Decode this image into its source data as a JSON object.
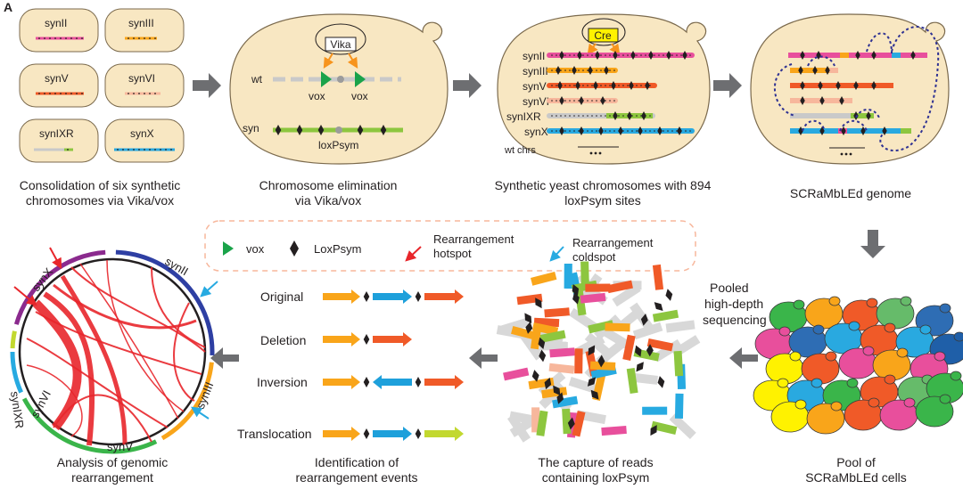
{
  "panel_label": "A",
  "step1": {
    "cells": [
      "synII",
      "synIII",
      "synV",
      "synVI",
      "synIXR",
      "synX"
    ],
    "caption_l1": "Consolidation of six synthetic",
    "caption_l2": "chromosomes via Vika/vox"
  },
  "step2": {
    "enzyme": "Vika",
    "wt": "wt",
    "syn": "syn",
    "vox_a": "vox",
    "vox_b": "vox",
    "loxpsym": "loxPsym",
    "caption_l1": "Chromosome elimination",
    "caption_l2": "via Vika/vox"
  },
  "step3": {
    "enzyme": "Cre",
    "rows": [
      "synII",
      "synIII",
      "synV",
      "synVI",
      "synIXR",
      "synX"
    ],
    "wt_chrs": "wt chrs",
    "caption_l1": "Synthetic yeast chromosomes with 894",
    "caption_l2": "loxPsym sites"
  },
  "step4": {
    "caption": "SCRaMbLEd genome"
  },
  "legend": {
    "vox": "vox",
    "loxpsym": "LoxPsym",
    "hotspot_l1": "Rearrangement",
    "hotspot_l2": "hotspot",
    "coldspot_l1": "Rearrangement",
    "coldspot_l2": "coldspot"
  },
  "events": {
    "original": "Original",
    "deletion": "Deletion",
    "inversion": "Inversion",
    "translocation": "Translocation",
    "caption_l1": "Identification of",
    "caption_l2": "rearrangement events"
  },
  "circos": {
    "synX": "synX",
    "synII": "synII",
    "synIII": "synIII",
    "synV": "synV",
    "synVI": "synVI",
    "synIXR": "synIXR",
    "caption_l1": "Analysis of genomic",
    "caption_l2": "rearrangement"
  },
  "reads": {
    "caption_l1": "The capture of reads",
    "caption_l2": "containing loxPsym"
  },
  "sequencing": {
    "l1": "Pooled",
    "l2": "high-depth",
    "l3": "sequencing"
  },
  "pool": {
    "caption_l1": "Pool of",
    "caption_l2": "SCRaMbLEd cells"
  },
  "colors": {
    "cell_fill": "#f8e7c2",
    "cell_stroke": "#7b6a4d",
    "synII": "#e84f9c",
    "synIII": "#f9a51a",
    "synV": "#f05a28",
    "synVI": "#f7b79c",
    "synIXR": "#c9c9c9",
    "synX": "#29a9e0",
    "green": "#8dc63f",
    "arrow_gray": "#6d6e71",
    "link_red": "#e8262b",
    "vox_green": "#1aa34a",
    "coldspot": "#27aae1"
  }
}
